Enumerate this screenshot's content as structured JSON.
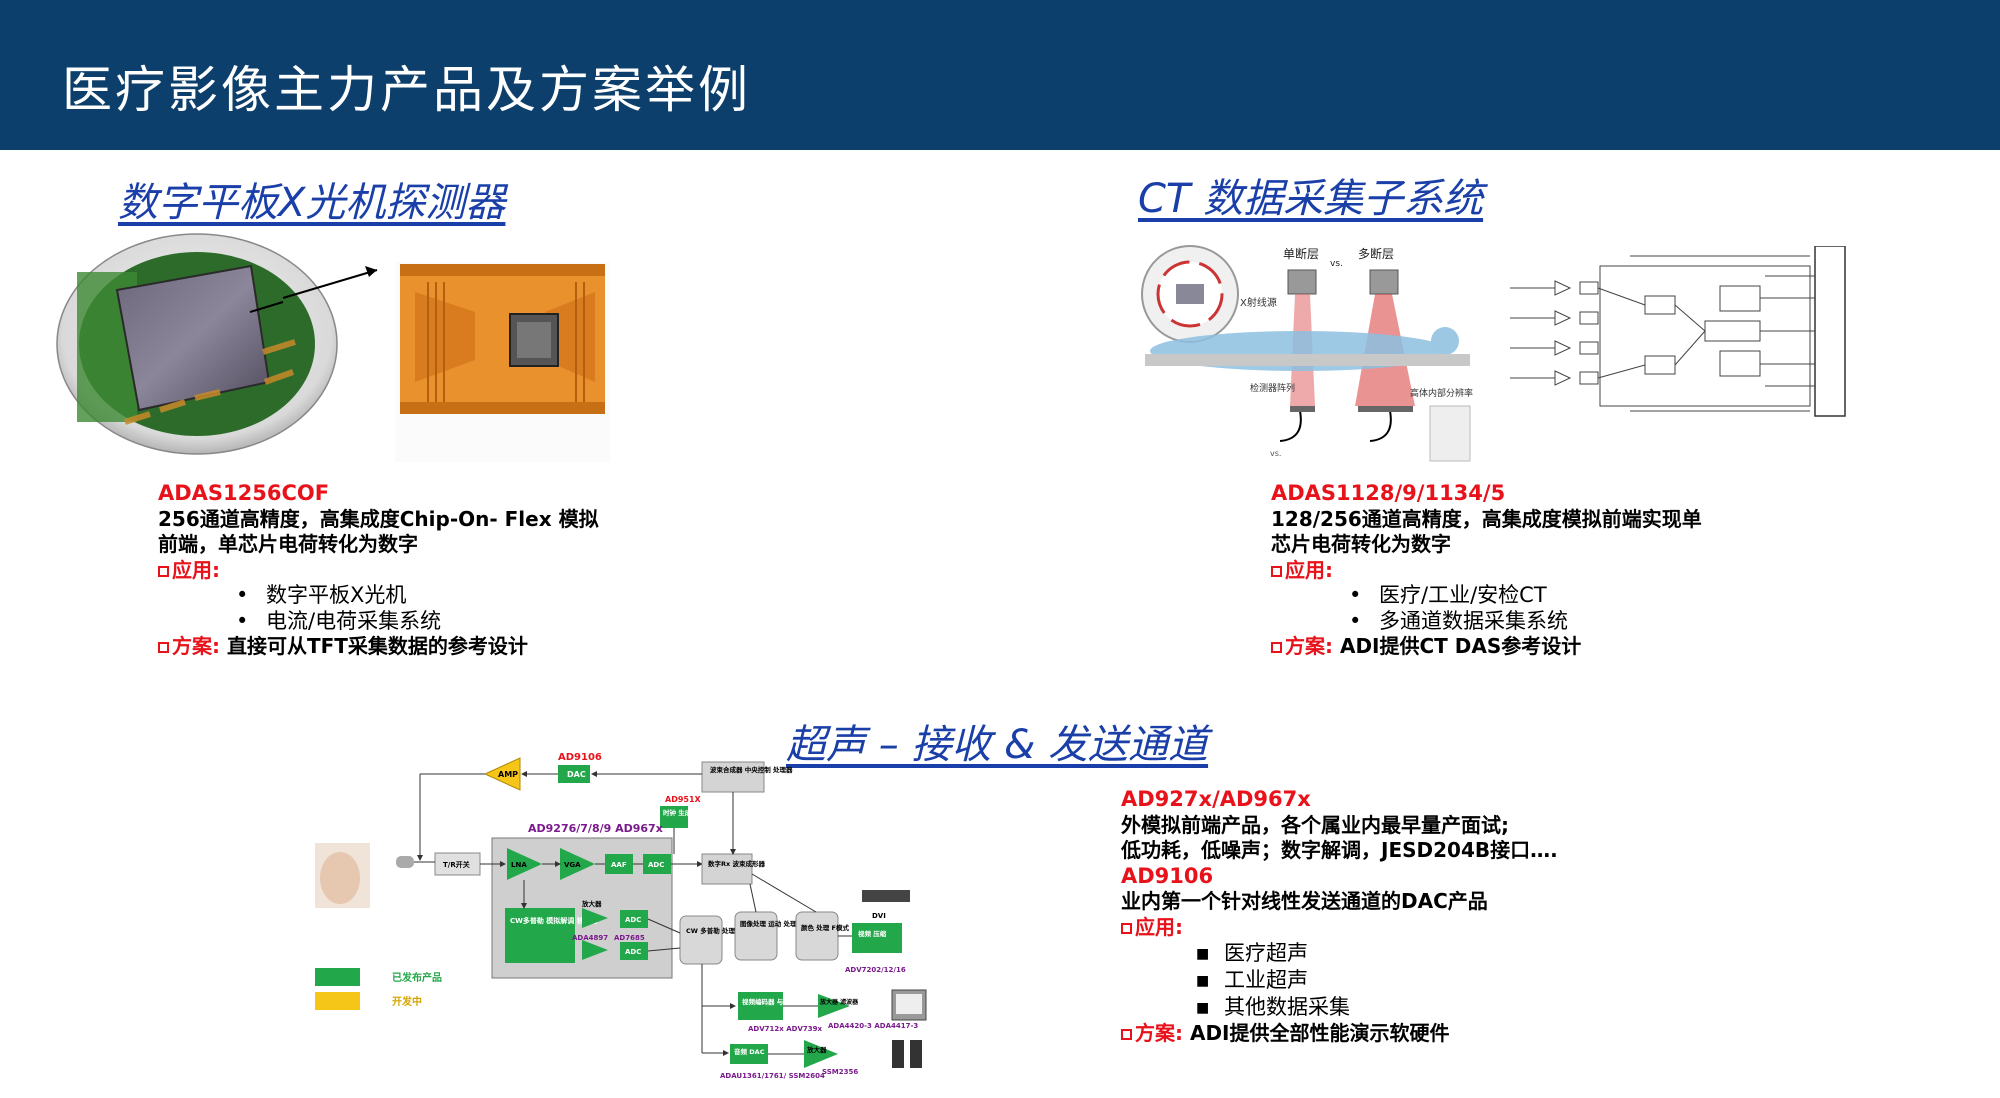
{
  "header": {
    "title": "医疗影像主力产品及方案举例"
  },
  "sections": {
    "xray": {
      "title": "数字平板X光机探测器",
      "product": "ADAS1256COF",
      "desc_lines": [
        "256通道高精度，高集成度Chip-On- Flex 模拟",
        "前端，单芯片电荷转化为数字"
      ],
      "app_label": "应用:",
      "apps": [
        "数字平板X光机",
        "电流/电荷采集系统"
      ],
      "solution_label": "方案:",
      "solution_text": "直接可从TFT采集数据的参考设计"
    },
    "ct": {
      "title": "CT 数据采集子系统",
      "fig_labels": {
        "single": "单断层",
        "multi": "多断层",
        "vs": "vs.",
        "xray": "X射线源",
        "detector": "检测器阵列",
        "hires": "高体内部分辨率"
      },
      "product": "ADAS1128/9/1134/5",
      "desc_lines": [
        "128/256通道高精度，高集成度模拟前端实现单",
        "芯片电荷转化为数字"
      ],
      "app_label": "应用:",
      "apps": [
        "医疗/工业/安检CT",
        "多通道数据采集系统"
      ],
      "solution_label": "方案:",
      "solution_text": "ADI提供CT DAS参考设计"
    },
    "ultrasound": {
      "title": "超声 – 接收 & 发送通道",
      "diagram": {
        "ad9106": "AD9106",
        "dac": "DAC",
        "amp": "AMP",
        "beam": "波束合成器 中央控制 处理器",
        "ad951x": "AD951X",
        "clock": "时钟 生成",
        "afe": "AD9276/7/8/9 AD967x",
        "trsw": "T/R开关",
        "lna": "LNA",
        "vga": "VGA",
        "aaf": "AAF",
        "adc": "ADC",
        "rx": "数字Rx 波束成形器",
        "cwdemod": "CW多普勒 模拟解调 移相器",
        "amp2": "放大器",
        "ada4897": "ADA4897",
        "ad7685": "AD7685",
        "cwproc": "CW 多普勒 处理",
        "imgproc": "图像处理 运动 处理 (B模式)",
        "color": "颜色 处理 F模式",
        "dvi": "DVI",
        "video": "视频 压缩",
        "adv7202": "ADV7202/12/16",
        "videnc": "视频编码器 与 模数器",
        "adv712x": "ADV712x ADV739x",
        "vidamp": "放大器 滤波器",
        "ada4420": "ADA4420-3 ADA4417-3",
        "audiodac": "音频 DAC",
        "ampaudio": "放大器",
        "adau": "ADAU1361/1761/ SSM2604",
        "ssm": "SSM2356",
        "legend_released": "已发布产品",
        "legend_dev": "开发中"
      },
      "product1": "AD927x/AD967x",
      "desc1_lines": [
        "外模拟前端产品，各个属业内最早量产面试;",
        " 低功耗，低噪声；数字解调，JESD204B接口…."
      ],
      "product2": "AD9106",
      "desc2": "业内第一个针对线性发送通道的DAC产品",
      "app_label": "应用:",
      "apps": [
        "医疗超声",
        "工业超声",
        "其他数据采集"
      ],
      "solution_label": "方案:",
      "solution_text": "ADI提供全部性能演示软硬件"
    }
  },
  "colors": {
    "header_bg": "#0c3f6b",
    "title_blue": "#1a3fa8",
    "accent_red": "#e8121b",
    "released_green": "#22a84a",
    "dev_yellow": "#f5c518"
  }
}
